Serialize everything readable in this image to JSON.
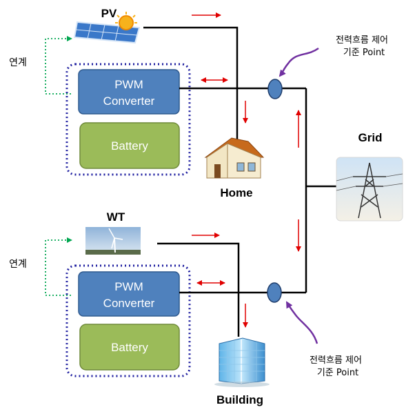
{
  "labels": {
    "pv": "PV",
    "wt": "WT",
    "grid": "Grid",
    "home": "Home",
    "building": "Building",
    "link_top": "연계",
    "link_bottom": "연계",
    "control_point_top_line1": "전력흐름 제어",
    "control_point_top_line2": "기준 Point",
    "control_point_bottom_line1": "전력흐름 제어",
    "control_point_bottom_line2": "기준 Point"
  },
  "blocks": {
    "pwm_top_line1": "PWM",
    "pwm_top_line2": "Converter",
    "battery_top": "Battery",
    "pwm_bottom_line1": "PWM",
    "pwm_bottom_line2": "Converter",
    "battery_bottom": "Battery"
  },
  "colors": {
    "pwm_fill": "#4f81bd",
    "battery_fill": "#9bbb59",
    "dotted_frame": "#1f1fa0",
    "link_arrow": "#00a650",
    "flow_arrow": "#e00000",
    "callout_arrow": "#7030a0",
    "node_fill": "#4f81bd"
  }
}
